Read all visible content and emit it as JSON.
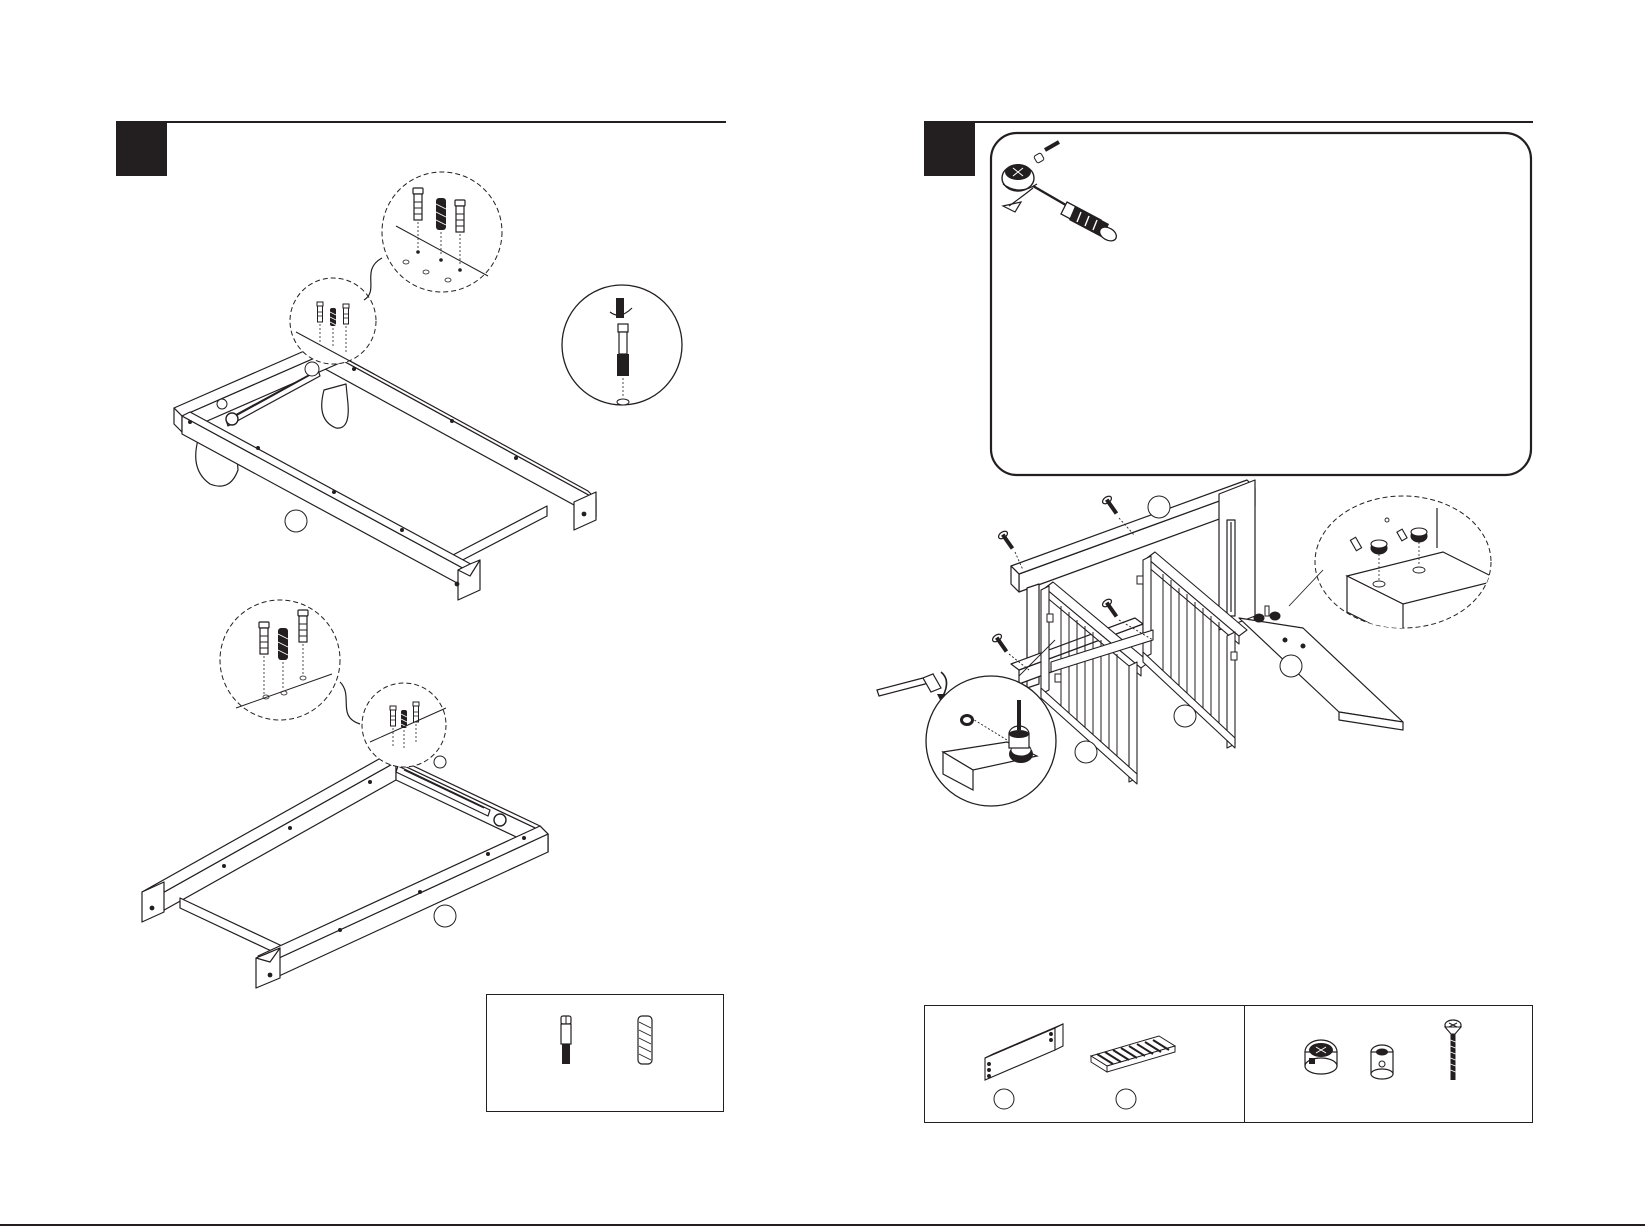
{
  "document": {
    "type": "furniture-assembly-instructions",
    "page_count": 2
  },
  "left_page": {
    "step_marker": {
      "shape": "solid-black-square",
      "number": ""
    },
    "upper_frame": {
      "part_label": "",
      "hardware_detail_count": 3
    },
    "lower_frame": {
      "part_label": "",
      "hardware_detail_count": 3
    },
    "parts_box": {
      "items": [
        {
          "icon": "cam-bolt-icon",
          "label": ""
        },
        {
          "icon": "wooden-dowel-icon",
          "label": ""
        }
      ]
    }
  },
  "right_page": {
    "step_marker": {
      "shape": "solid-black-square",
      "number": ""
    },
    "instruction_callout": {
      "icon": "screwdriver-cam-lock-icon",
      "text": ""
    },
    "main_assembly": {
      "part_labels": [
        "",
        "",
        "",
        ""
      ],
      "tools": [
        "allen-key-icon",
        "screwdriver-icon"
      ]
    },
    "parts_box": {
      "panels": [
        "",
        ""
      ],
      "items": [
        {
          "icon": "headboard-panel-icon",
          "label": ""
        },
        {
          "icon": "slatted-side-rail-icon",
          "label": ""
        },
        {
          "icon": "cam-lock-nut-icon",
          "label": ""
        },
        {
          "icon": "barrel-nut-icon",
          "label": ""
        },
        {
          "icon": "long-screw-icon",
          "label": ""
        }
      ]
    }
  },
  "colors": {
    "ink": "#231f20",
    "paper": "#ffffff"
  }
}
